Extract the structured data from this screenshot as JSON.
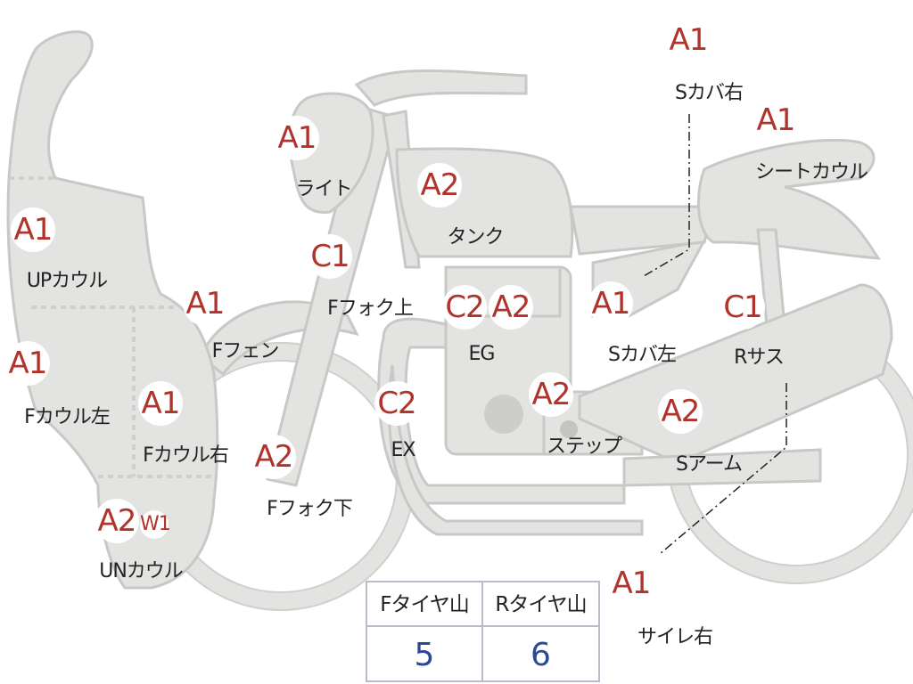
{
  "colors": {
    "badge_text": "#b0332c",
    "part_fill": "#e3e3e1",
    "tire_value": "#2b4a93"
  },
  "parts": [
    {
      "id": "s-cover-right",
      "grade": "A1",
      "label": "Sカバ右"
    },
    {
      "id": "seat-cowl",
      "grade": "A1",
      "label": "シートカウル"
    },
    {
      "id": "light",
      "grade": "A1",
      "label": "ライト"
    },
    {
      "id": "tank",
      "grade": "A2",
      "label": "タンク"
    },
    {
      "id": "up-cowl",
      "grade": "A1",
      "label": "UPカウル"
    },
    {
      "id": "f-fork-upper",
      "grade": "C1",
      "label": "Fフォク上"
    },
    {
      "id": "f-fender",
      "grade": "A1",
      "label": "Fフェン"
    },
    {
      "id": "engine",
      "grade_1": "C2",
      "grade_2": "A2",
      "label": "EG"
    },
    {
      "id": "s-cover-left",
      "grade": "A1",
      "label": "Sカバ左"
    },
    {
      "id": "r-suspension",
      "grade": "C1",
      "label": "Rサス"
    },
    {
      "id": "f-cowl-left",
      "grade": "A1",
      "label": "Fカウル左"
    },
    {
      "id": "f-cowl-right",
      "grade": "A1",
      "label": "Fカウル右"
    },
    {
      "id": "exhaust",
      "grade": "C2",
      "label": "EX"
    },
    {
      "id": "step",
      "grade": "A2",
      "label": "ステップ"
    },
    {
      "id": "s-arm",
      "grade": "A2",
      "label": "Sアーム"
    },
    {
      "id": "f-fork-lower",
      "grade": "A2",
      "label": "Fフォク下"
    },
    {
      "id": "un-cowl",
      "grade": "A2",
      "extra": "W1",
      "label": "UNカウル"
    },
    {
      "id": "silencer-right",
      "grade": "A1",
      "label": "サイレ右"
    }
  ],
  "tire_table": {
    "headers": [
      "Fタイヤ山",
      "Rタイヤ山"
    ],
    "values": [
      "5",
      "6"
    ]
  }
}
